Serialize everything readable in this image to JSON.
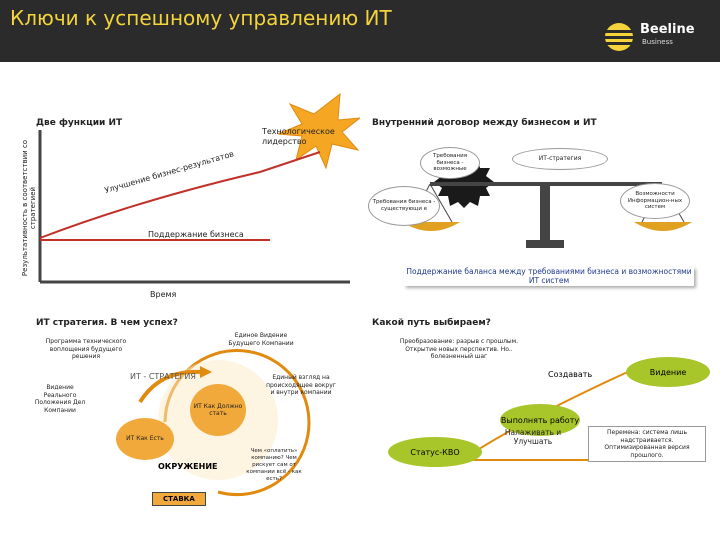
{
  "header": {
    "title": "Ключи к успешному управлению ИТ",
    "logo": "Beeline",
    "logo_sub": "Business"
  },
  "q1": {
    "title": "Две функции ИТ",
    "y_axis": "Результативность в соответствии со стратегией",
    "x_axis": "Время",
    "burst": "Технологическое лидерство",
    "curve_label": "Улучшение бизнес-результатов",
    "flat_label": "Поддержание бизнеса"
  },
  "q2": {
    "title": "Внутренний договор между бизнесом и ИТ",
    "req_possible": "Требования бизнеса - возможные",
    "it_strategy": "ИТ-стратегия",
    "req_existing": "Требования бизнеса - существующи е",
    "it_capabilities": "Возможности Информацион-ных систем",
    "balance_caption": "Поддержание баланса между требованиями бизнеса и возможностями ИТ систем"
  },
  "q3": {
    "title": "ИТ стратегия. В чем успех?",
    "program": "Программа технического воплощения будущего решения",
    "unified_vision": "Единое Видение Будущего Компании",
    "vision_model": "Видение Реального Положения Дел Компании",
    "unified_view": "Единый взгляд на происходящее вокруг и внутри компании",
    "it_strategy_arc": "ИТ - СТРАТЕГИЯ",
    "it_should": "ИТ Как Должно стать",
    "it_is": "ИТ Как Есть",
    "environment": "ОКРУЖЕНИЕ",
    "stake": "СТАВКА",
    "question": "Чем «оплатить» компанию? Чем рискует сам от компании всё - как есть?"
  },
  "q4": {
    "title": "Какой путь выбираем?",
    "transformation": "Преобразование: разрыв с прошлым. Открытие новых перспектив. Но.. болезненный шаг",
    "create": "Создавать",
    "vision": "Видение",
    "do_work": "Выполнять работу",
    "status_quo": "Статус-КВО",
    "adjust_improve": "Налаживать и Улучшать",
    "reinvent": "Перемена: система лишь надстраивается. Оптимизированная версия прошлого."
  }
}
